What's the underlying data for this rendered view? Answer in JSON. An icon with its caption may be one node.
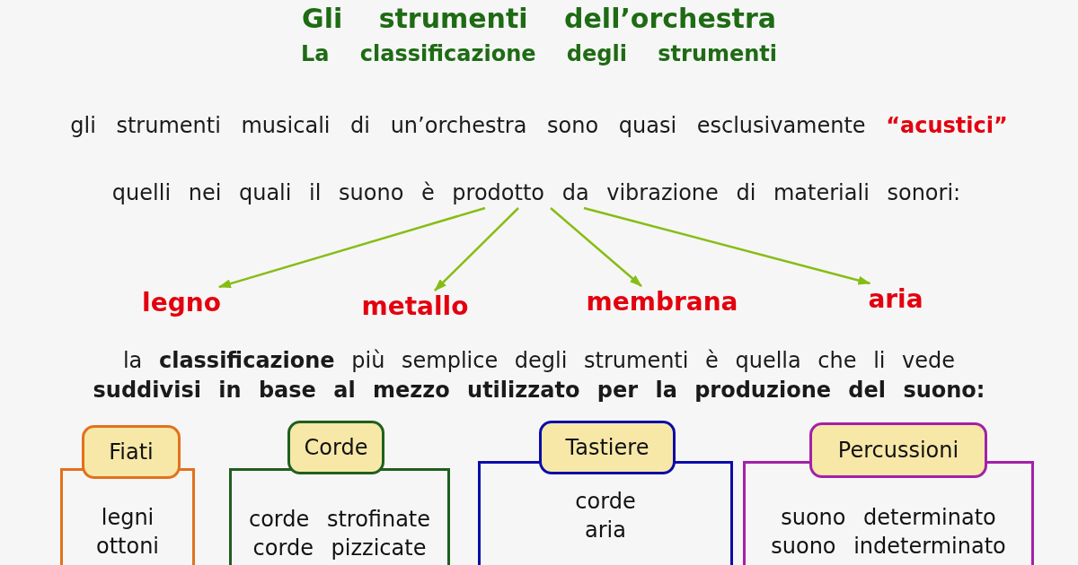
{
  "diagram": {
    "title": "Gli strumenti dell’orchestra",
    "nodes": [
      {
        "text": [
          "quelli nei quali il suono è prodotto da vibrazione di materiali sonori:"
        ]
      },
      {
        "text": [
          "legno"
        ]
      },
      {
        "text": [
          "metallo"
        ]
      },
      {
        "text": [
          "membrana"
        ]
      },
      {
        "text": [
          "aria"
        ]
      },
      {
        "text": [
          "Fiati"
        ]
      },
      {
        "text": [
          "legni",
          "ottoni"
        ]
      },
      {
        "text": [
          "Corde"
        ]
      },
      {
        "text": [
          "corde strofinate",
          "corde pizzicate"
        ]
      },
      {
        "text": [
          "Tastiere"
        ]
      },
      {
        "text": [
          "corde",
          "aria"
        ]
      },
      {
        "text": [
          "Percussioni"
        ]
      },
      {
        "text": [
          "suono determinato",
          "suono indeterminato"
        ]
      }
    ],
    "edges": [
      {
        "from": 0,
        "to": 1,
        "arrow": "to"
      },
      {
        "from": 0,
        "to": 2,
        "arrow": "to"
      },
      {
        "from": 0,
        "to": 3,
        "arrow": "to"
      },
      {
        "from": 0,
        "to": 4,
        "arrow": "to"
      }
    ],
    "labels": [
      "La classificazione degli strumenti",
      "gli strumenti musicali di un’orchestra sono quasi esclusivamente **“acustici”**",
      "la **classificazione** più semplice degli strumenti è quella che li vede **suddivisi in base al mezzo utilizzato per la produzione del suono:**"
    ]
  }
}
